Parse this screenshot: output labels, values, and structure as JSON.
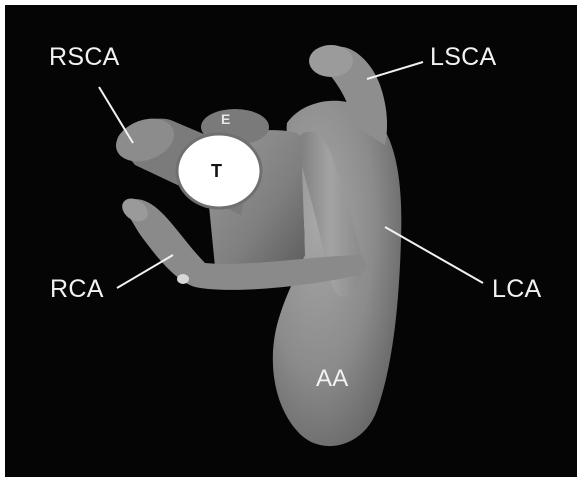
{
  "figure": {
    "labels": {
      "rsca": "RSCA",
      "lsca": "LSCA",
      "rca": "RCA",
      "lca": "LCA",
      "aa": "AA",
      "e": "E",
      "t": "T"
    },
    "colors": {
      "background": "#050505",
      "vessel": "#8a8a8a",
      "trachea_lumen": "#ffffff",
      "label_text": "#f2f2f2"
    }
  }
}
